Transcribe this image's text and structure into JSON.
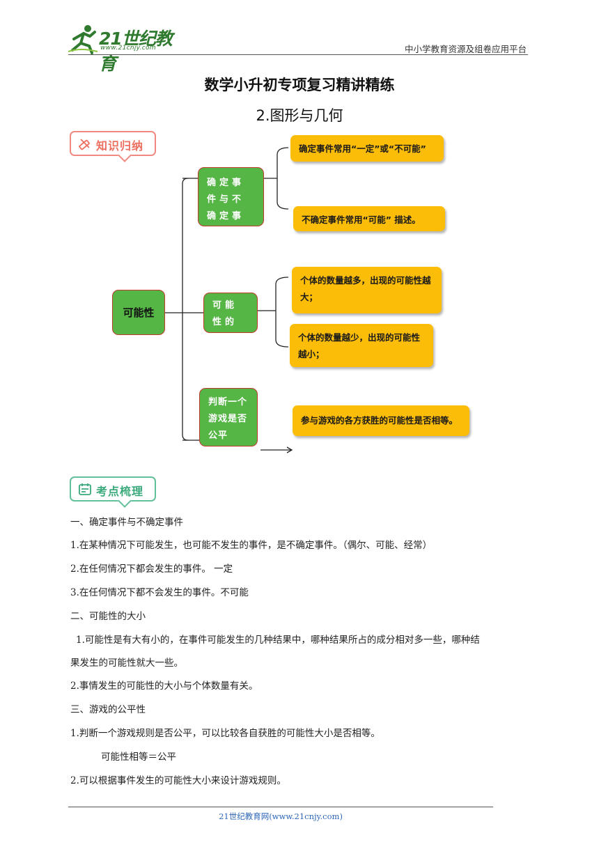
{
  "header": {
    "logo_text": "21世纪教育",
    "logo_url": "www.21cnjy.com",
    "right_text": "中小学教育资源及组卷应用平台"
  },
  "title": {
    "main": "数学小升初专项复习精讲精练",
    "sub": "2.图形与几何"
  },
  "badges": {
    "knowledge": "知识归纳",
    "points": "考点梳理"
  },
  "mindmap": {
    "root": "可能性",
    "branches": [
      {
        "label": "确定事件与不确定事件",
        "leaves": [
          "确定事件常用“一定”或“不可能”",
          "不确定事件常用“可能” 描述。"
        ]
      },
      {
        "label": "可能性的大小",
        "leaves": [
          "个体的数量越多，出现的可能性越大；",
          "个体的数量越少，出现的可能性越小；"
        ]
      },
      {
        "label": "判断一个游戏是否公平",
        "leaves": [
          "参与游戏的各方获胜的可能性是否相等。"
        ]
      }
    ],
    "colors": {
      "branch_fill": "#55b646",
      "branch_border": "#c0392b",
      "leaf_fill": "#fcbd09"
    }
  },
  "content": {
    "lines": [
      "一、确定事件与不确定事件",
      "1.在某种情况下可能发生，也可能不发生的事件，是不确定事件。（偶尔、可能、经常）",
      "2.在任何情况下都会发生的事件。 一定",
      "3.在任何情况下都不会发生的事件。不可能",
      "二、可能性的大小",
      "1.可能性是有大有小的，在事件可能发生的几种结果中，哪种结果所占的成分相对多一些，哪种结",
      "果发生的可能性就大一些。",
      "2.事情发生的可能性的大小与个体数量有关。",
      "三、游戏的公平性",
      "1.判断一个游戏规则是否公平，可以比较各自获胜的可能性大小是否相等。",
      "可能性相等＝公平",
      "2.可以根据事件发生的可能性大小来设计游戏规则。"
    ]
  },
  "footer": {
    "text": "21世纪教育网(www.21cnjy.com)"
  }
}
